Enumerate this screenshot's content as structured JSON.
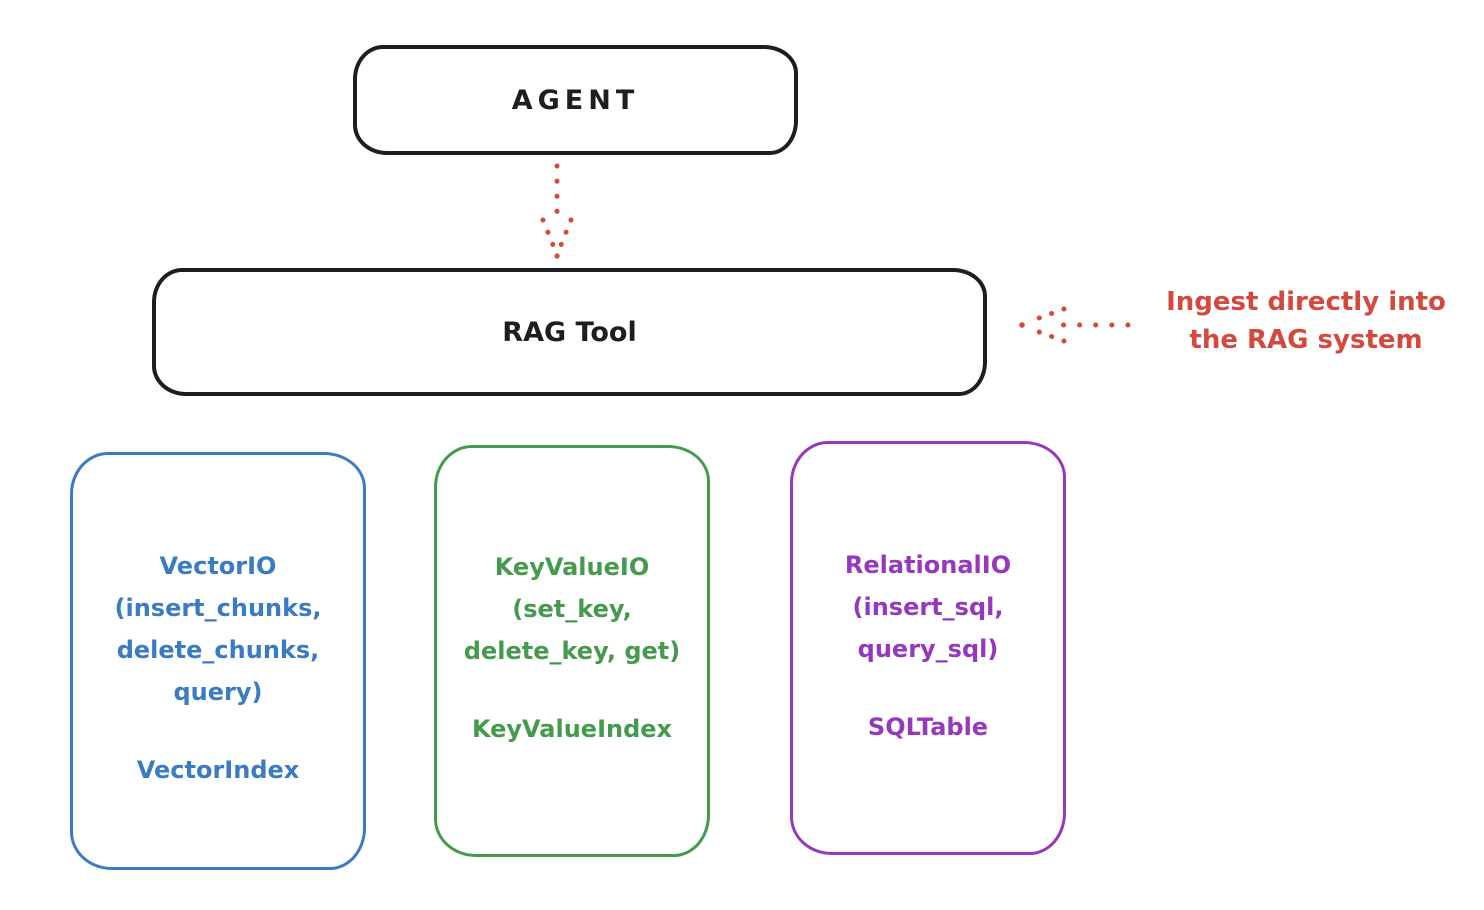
{
  "colors": {
    "background": "#ffffff",
    "ink": "#1e1e1e",
    "red": "#d4493e",
    "blue": "#3a7bc2",
    "green": "#459a4e",
    "purple": "#9538bc"
  },
  "agent_box": {
    "label": "AGENT"
  },
  "rag_tool_box": {
    "label": "RAG Tool"
  },
  "annotation": {
    "line1": "Ingest directly into",
    "line2": "the RAG system"
  },
  "arrows": [
    {
      "name": "agent-to-rag-tool",
      "style": "dotted",
      "color": "#d4493e",
      "direction": "down"
    },
    {
      "name": "annotation-to-rag-tool",
      "style": "dotted",
      "color": "#d4493e",
      "direction": "left"
    }
  ],
  "cards": [
    {
      "name": "vector-io",
      "color": "#3a7bc2",
      "lines": [
        "VectorIO",
        "(insert_chunks,",
        "delete_chunks,",
        "query)"
      ],
      "index_label": "VectorIndex"
    },
    {
      "name": "keyvalue-io",
      "color": "#459a4e",
      "lines": [
        "KeyValueIO",
        "(set_key,",
        "delete_key, get)"
      ],
      "index_label": "KeyValueIndex"
    },
    {
      "name": "relational-io",
      "color": "#9538bc",
      "lines": [
        "RelationalIO",
        "(insert_sql,",
        "query_sql)"
      ],
      "index_label": "SQLTable"
    }
  ]
}
